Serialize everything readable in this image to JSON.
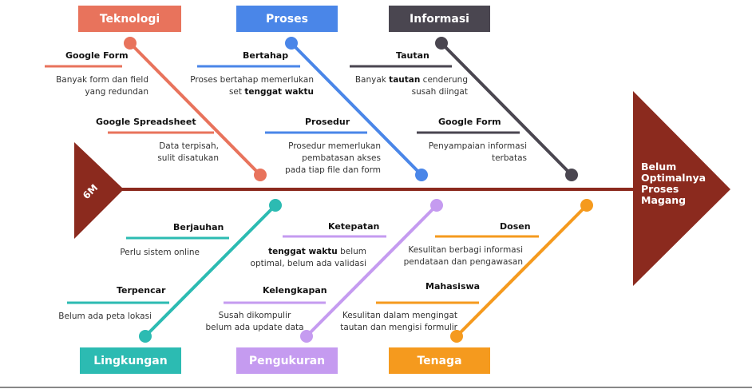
{
  "colors": {
    "spine": "#8B2A1E",
    "teknologi": "#E8735C",
    "proses": "#4A86E8",
    "informasi": "#4A4650",
    "lingkungan": "#2CBBB2",
    "pengukuran": "#C59BF0",
    "tenaga": "#F59A1E"
  },
  "tail_label": "6M",
  "head_label": [
    "Belum",
    "Optimalnya",
    "Proses",
    "Magang"
  ],
  "categories": {
    "teknologi": "Teknologi",
    "proses": "Proses",
    "informasi": "Informasi",
    "lingkungan": "Lingkungan",
    "pengukuran": "Pengukuran",
    "tenaga": "Tenaga"
  },
  "causes": {
    "google_form_1": {
      "title": "Google Form",
      "desc": [
        "Banyak form dan field",
        "yang redundan"
      ]
    },
    "google_spreadsheet": {
      "title": "Google Spreadsheet",
      "desc": [
        "Data terpisah,",
        "sulit disatukan"
      ]
    },
    "bertahap": {
      "title": "Bertahap",
      "desc_a": "Proses bertahap memerlukan",
      "desc_b_pre": "set ",
      "desc_b_bold": "tenggat waktu"
    },
    "prosedur": {
      "title": "Prosedur",
      "desc": [
        "Prosedur memerlukan",
        "pembatasan akses",
        "pada tiap file dan form"
      ]
    },
    "tautan": {
      "title": "Tautan",
      "desc_a_pre": "Banyak ",
      "desc_a_bold": "tautan",
      "desc_a_post": " cenderung",
      "desc_b": "susah diingat"
    },
    "google_form_2": {
      "title": "Google Form",
      "desc": [
        "Penyampaian informasi",
        "terbatas"
      ]
    },
    "berjauhan": {
      "title": "Berjauhan",
      "desc": [
        "Perlu sistem online"
      ]
    },
    "terpencar": {
      "title": "Terpencar",
      "desc": [
        "Belum ada peta lokasi"
      ]
    },
    "ketepatan": {
      "title": "Ketepatan",
      "desc_a_bold": "tenggat waktu",
      "desc_a_post": " belum",
      "desc_b": "optimal, belum ada validasi"
    },
    "kelengkapan": {
      "title": "Kelengkapan",
      "desc": [
        "Susah dikompulir",
        "belum ada update data"
      ]
    },
    "dosen": {
      "title": "Dosen",
      "desc": [
        "Kesulitan berbagi informasi",
        "pendataan dan pengawasan"
      ]
    },
    "mahasiswa": {
      "title": "Mahasiswa",
      "desc": [
        "Kesulitan dalam mengingat",
        "tautan dan mengisi formulir"
      ]
    }
  }
}
